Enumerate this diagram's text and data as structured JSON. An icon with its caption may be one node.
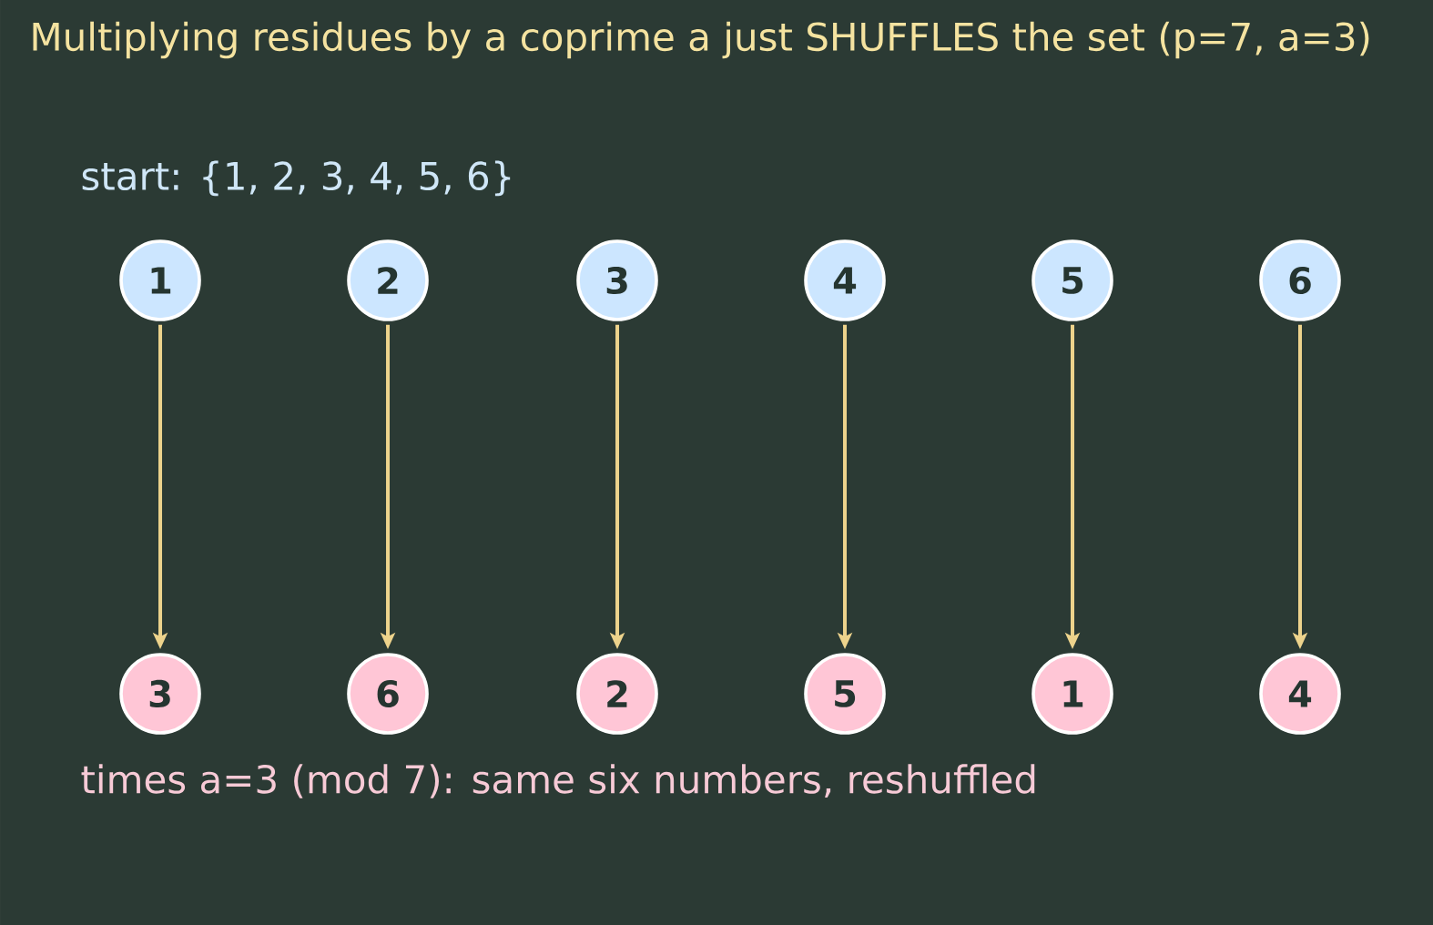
{
  "diagram": {
    "title": "Multiplying residues by a coprime a just SHUFFLES the set  (p=7, a=3)",
    "nodes": [
      {
        "text": [
          "1"
        ]
      },
      {
        "text": [
          "2"
        ]
      },
      {
        "text": [
          "3"
        ]
      },
      {
        "text": [
          "4"
        ]
      },
      {
        "text": [
          "5"
        ]
      },
      {
        "text": [
          "6"
        ]
      },
      {
        "text": [
          "3"
        ]
      },
      {
        "text": [
          "6"
        ]
      },
      {
        "text": [
          "2"
        ]
      },
      {
        "text": [
          "5"
        ]
      },
      {
        "text": [
          "1"
        ]
      },
      {
        "text": [
          "4"
        ]
      }
    ],
    "edges": [
      {
        "from": 0,
        "to": 6,
        "arrow": "to"
      },
      {
        "from": 1,
        "to": 7,
        "arrow": "to"
      },
      {
        "from": 2,
        "to": 8,
        "arrow": "to"
      },
      {
        "from": 3,
        "to": 9,
        "arrow": "to"
      },
      {
        "from": 4,
        "to": 10,
        "arrow": "to"
      },
      {
        "from": 5,
        "to": 11,
        "arrow": "to"
      }
    ],
    "labels": [
      "start:  {1, 2, 3, 4, 5, 6}",
      "times a=3 (mod 7):  same six numbers, reshuffled"
    ]
  }
}
